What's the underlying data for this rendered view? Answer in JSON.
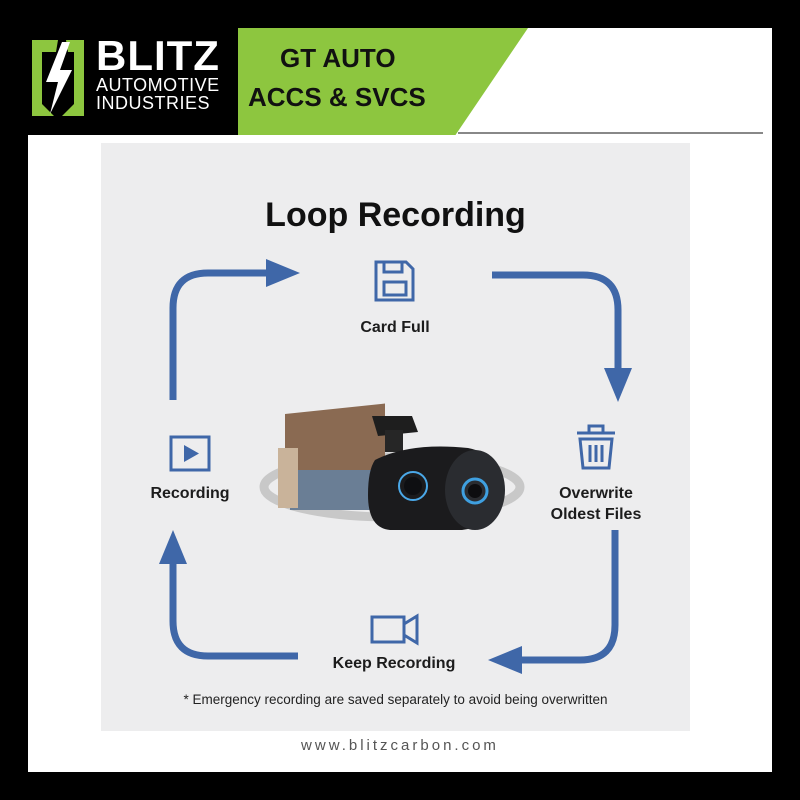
{
  "header": {
    "brand_name": "BLITZ",
    "brand_line1": "AUTOMOTIVE",
    "brand_line2": "INDUSTRIES",
    "shop_line1": "GT AUTO",
    "shop_line2": "ACCS & SVCS",
    "accent_color": "#8dc63f"
  },
  "diagram": {
    "title": "Loop Recording",
    "step_card_full": "Card Full",
    "step_overwrite_line1": "Overwrite",
    "step_overwrite_line2": "Oldest Files",
    "step_keep_recording": "Keep Recording",
    "step_recording": "Recording",
    "footnote": "* Emergency recording are saved separately to avoid being overwritten",
    "arrow_color": "#3f67a8",
    "icon_color": "#3f67a8"
  },
  "footer": {
    "website": "www.blitzcarbon.com"
  }
}
